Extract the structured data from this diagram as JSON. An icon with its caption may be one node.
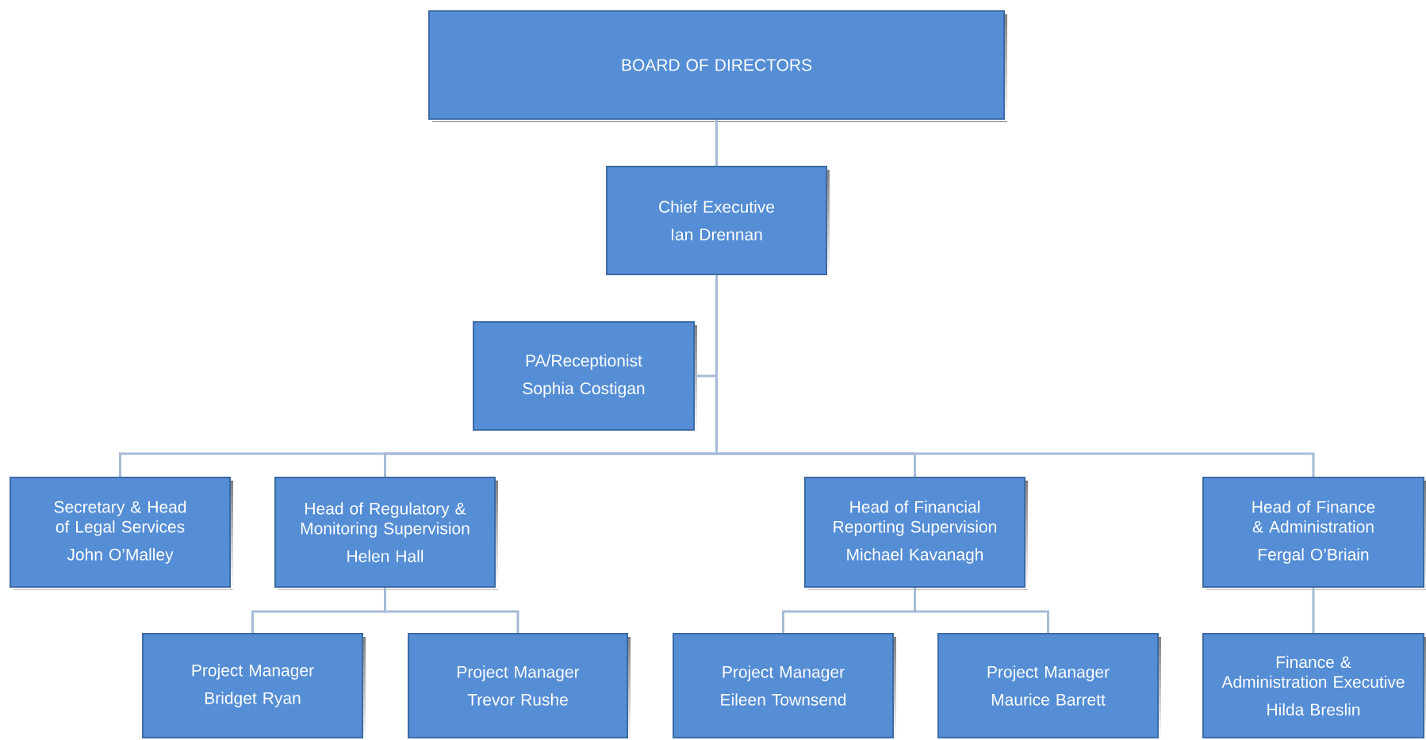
{
  "diagram": {
    "nodes": [
      {
        "text": [
          "BOARD OF DIRECTORS"
        ]
      },
      {
        "text": [
          "Chief Executive",
          "Ian Drennan"
        ]
      },
      {
        "text": [
          "PA/Receptionist",
          "Sophia Costigan"
        ]
      },
      {
        "text": [
          "Secretary & Head of Legal Services",
          "John O’Malley"
        ]
      },
      {
        "text": [
          "Head of Regulatory & Monitoring Supervision",
          "Helen Hall"
        ]
      },
      {
        "text": [
          "Head of Financial Reporting Supervision",
          "Michael Kavanagh"
        ]
      },
      {
        "text": [
          "Head of Finance & Administration",
          "Fergal O’Briain"
        ]
      },
      {
        "text": [
          "Project Manager",
          "Bridget Ryan"
        ]
      },
      {
        "text": [
          "Project Manager",
          "Trevor Rushe"
        ]
      },
      {
        "text": [
          "Project Manager",
          "Eileen Townsend"
        ]
      },
      {
        "text": [
          "Project Manager",
          "Maurice Barrett"
        ]
      },
      {
        "text": [
          "Finance & Administration Executive",
          "Hilda Breslin"
        ]
      }
    ],
    "edges": [
      {
        "from": 0,
        "to": 1,
        "arrow": "none"
      },
      {
        "from": 1,
        "to": 2,
        "arrow": "none"
      },
      {
        "from": 1,
        "to": 3,
        "arrow": "none"
      },
      {
        "from": 1,
        "to": 4,
        "arrow": "none"
      },
      {
        "from": 1,
        "to": 5,
        "arrow": "none"
      },
      {
        "from": 1,
        "to": 6,
        "arrow": "none"
      },
      {
        "from": 4,
        "to": 7,
        "arrow": "none"
      },
      {
        "from": 4,
        "to": 8,
        "arrow": "none"
      },
      {
        "from": 5,
        "to": 9,
        "arrow": "none"
      },
      {
        "from": 5,
        "to": 10,
        "arrow": "none"
      },
      {
        "from": 6,
        "to": 11,
        "arrow": "none"
      }
    ]
  }
}
